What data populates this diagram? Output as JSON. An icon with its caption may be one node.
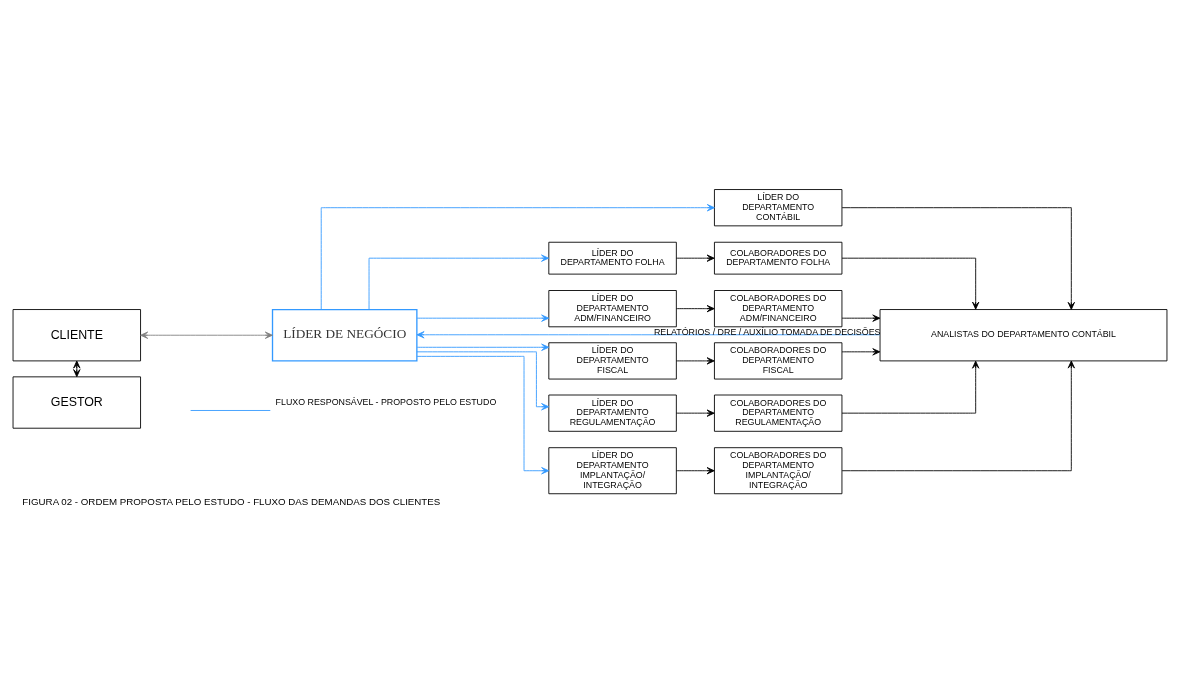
{
  "diagram": {
    "caption": "FIGURA 02 - ORDEM PROPOSTA PELO ESTUDO - FLUXO DAS DEMANDAS DOS CLIENTES",
    "nodes": [
      {
        "text": [
          "CLIENTE"
        ]
      },
      {
        "text": [
          "GESTOR"
        ]
      },
      {
        "text": [
          "LÍDER DE NEGÓCIO"
        ]
      },
      {
        "text": [
          "LÍDER DO DEPARTAMENTO CONTÁBIL"
        ]
      },
      {
        "text": [
          "LÍDER DO DEPARTAMENTO FOLHA"
        ]
      },
      {
        "text": [
          "LÍDER DO DEPARTAMENTO ADM/FINANCEIRO"
        ]
      },
      {
        "text": [
          "LÍDER DO DEPARTAMENTO FISCAL"
        ]
      },
      {
        "text": [
          "LÍDER DO DEPARTAMENTO REGULAMENTAÇÃO"
        ]
      },
      {
        "text": [
          "LÍDER DO DEPARTAMENTO IMPLANTAÇÃO/ INTEGRAÇÃO"
        ]
      },
      {
        "text": [
          "ANALISTAS DO DEPARTAMENTO CONTÁBIL"
        ]
      },
      {
        "text": [
          "COLABORADORES DO DEPARTAMENTO FOLHA"
        ]
      },
      {
        "text": [
          "COLABORADORES DO DEPARTAMENTO ADM/FINANCEIRO"
        ]
      },
      {
        "text": [
          "COLABORADORES DO DEPARTAMENTO FISCAL"
        ]
      },
      {
        "text": [
          "COLABORADORES DO DEPARTAMENTO REGULAMENTAÇÃO"
        ]
      },
      {
        "text": [
          "COLABORADORES DO DEPARTAMENTO IMPLANTAÇÃO/ INTEGRAÇÃO"
        ]
      }
    ],
    "edges": [
      {
        "from": 0,
        "to": 2,
        "arrow": "both",
        "color": "#808080"
      },
      {
        "from": 0,
        "to": 1,
        "arrow": "both"
      },
      {
        "from": 2,
        "to": 3,
        "arrow": "to",
        "color": "#3399ff"
      },
      {
        "from": 2,
        "to": 4,
        "arrow": "to",
        "color": "#3399ff"
      },
      {
        "from": 2,
        "to": 5,
        "arrow": "to",
        "color": "#3399ff"
      },
      {
        "from": 2,
        "to": 6,
        "arrow": "to",
        "color": "#3399ff"
      },
      {
        "from": 2,
        "to": 7,
        "arrow": "to",
        "color": "#3399ff"
      },
      {
        "from": 2,
        "to": 8,
        "arrow": "to",
        "color": "#3399ff"
      },
      {
        "from": 3,
        "to": 9,
        "arrow": "to"
      },
      {
        "from": 4,
        "to": 10,
        "arrow": "to"
      },
      {
        "from": 5,
        "to": 11,
        "arrow": "to"
      },
      {
        "from": 6,
        "to": 12,
        "arrow": "to"
      },
      {
        "from": 7,
        "to": 13,
        "arrow": "to"
      },
      {
        "from": 8,
        "to": 14,
        "arrow": "to"
      },
      {
        "from": 10,
        "to": 9,
        "arrow": "to"
      },
      {
        "from": 11,
        "to": 9,
        "arrow": "to"
      },
      {
        "from": 12,
        "to": 9,
        "arrow": "to"
      },
      {
        "from": 13,
        "to": 9,
        "arrow": "to"
      },
      {
        "from": 14,
        "to": 9,
        "arrow": "to"
      },
      {
        "from": 9,
        "to": 2,
        "arrow": "to",
        "color": "#3399ff",
        "label": "RELATÓRIOS / DRE / AUXÍLIO TOMADA DE DECISÕES"
      }
    ],
    "legend": [
      {
        "text": "FLUXO RESPONSÁVEL - PROPOSTO PELO ESTUDO"
      }
    ]
  }
}
